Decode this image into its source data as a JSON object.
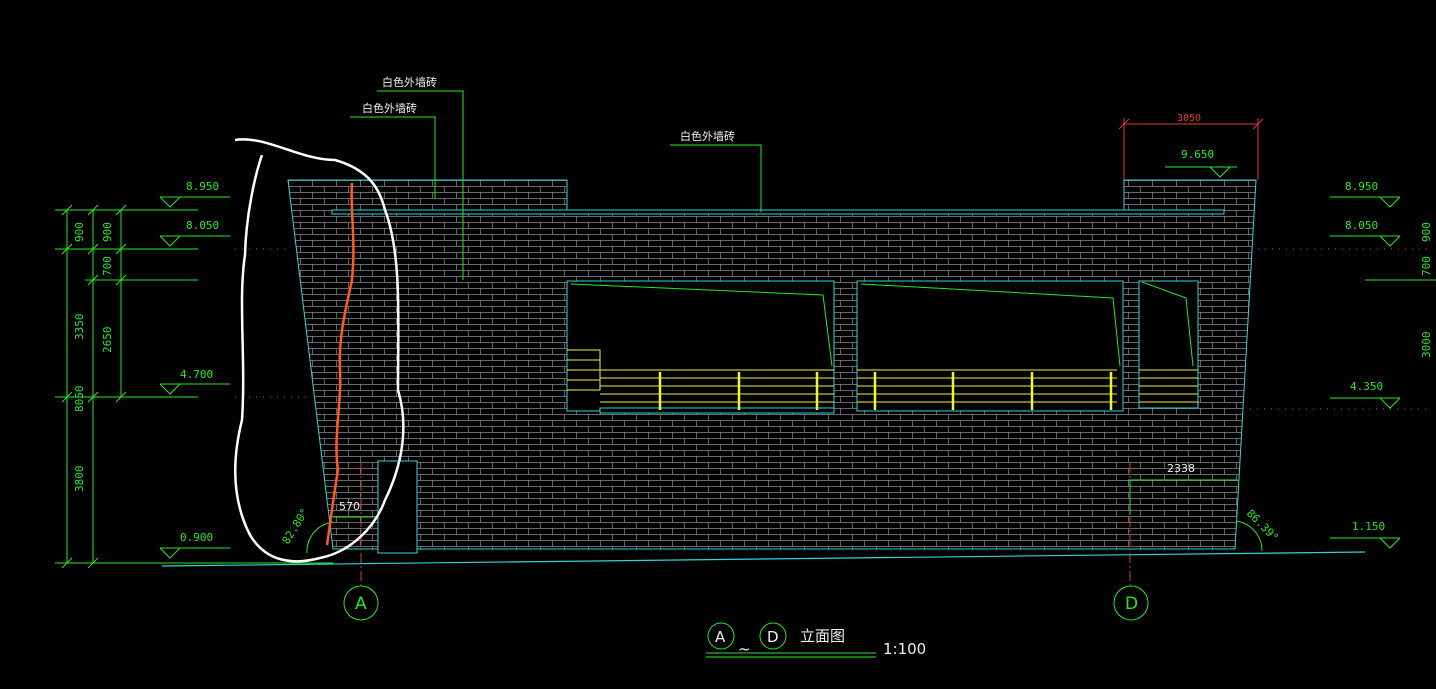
{
  "drawing": {
    "material_notes": [
      "白色外墙砖",
      "白色外墙砖",
      "白色外墙砖"
    ],
    "top_dimension": "3050",
    "roof_level": "9.650",
    "left_levels": [
      "8.950",
      "8.050",
      "4.700",
      "0.900"
    ],
    "right_levels": [
      "8.950",
      "8.050",
      "4.350",
      "1.150"
    ],
    "left_dims_outer": [
      "900",
      "3350",
      "8050",
      "3800"
    ],
    "left_dims_inner": [
      "900",
      "700",
      "2650"
    ],
    "right_dims": [
      "900",
      "700",
      "3000"
    ],
    "angle_left": "82.80°",
    "angle_right": "86.39°",
    "small_dim": "570",
    "right_dim": "2338",
    "axis_left": "A",
    "axis_right": "D",
    "title_from": "A",
    "title_to": "D",
    "title_sep": "~",
    "title": "立面图",
    "scale": "1:100"
  },
  "colors": {
    "background": "#000000",
    "outline": "#2fd6d6",
    "brick": "#8a8a8a",
    "dimension": "#25e825",
    "railing": "#f2f23a",
    "markup_white": "#ffffff",
    "markup_orange": "#ff5a1f",
    "axis_red": "#e23a2a"
  }
}
